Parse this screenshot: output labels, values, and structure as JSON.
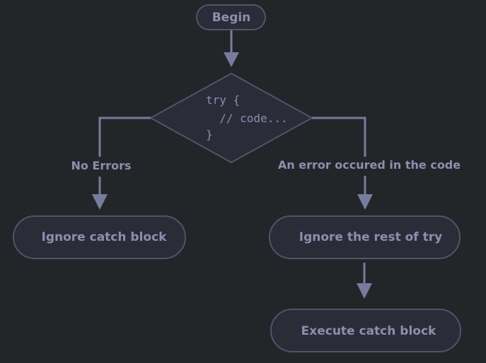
{
  "nodes": {
    "begin": "Begin",
    "try_block": {
      "line1": "try {",
      "line2": "  // code...",
      "line3": "}"
    },
    "ignore_catch": "Ignore catch block",
    "ignore_rest": "Ignore the rest of try",
    "execute_catch": "Execute catch block"
  },
  "edges": {
    "no_errors": "No Errors",
    "error_occured": "An error occured in the code"
  },
  "colors": {
    "background": "#242529",
    "node_fill": "#2a2c38",
    "stroke": "#51546a",
    "arrow": "#787c9c",
    "text": "#8d8fae"
  }
}
